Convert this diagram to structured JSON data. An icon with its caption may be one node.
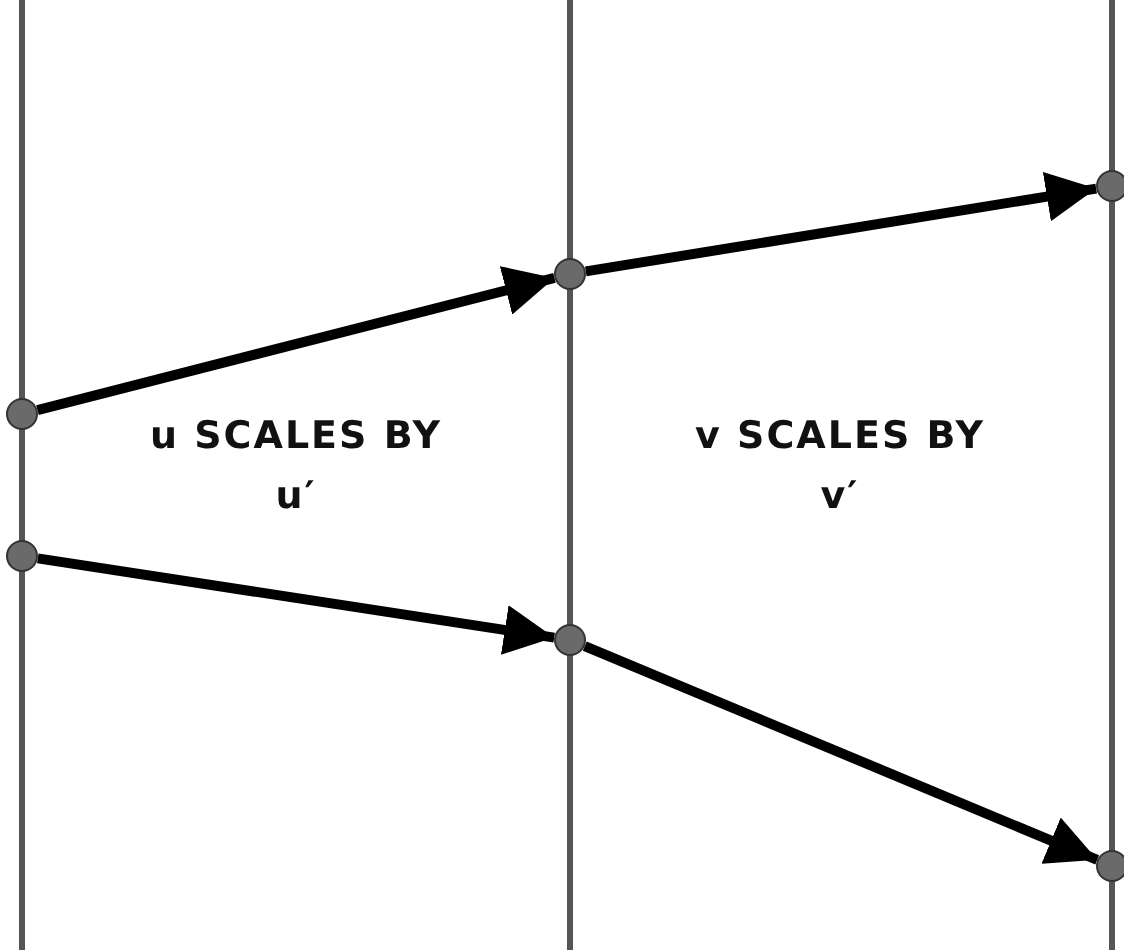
{
  "diagram": {
    "nodes": [
      {
        "text": [],
        "shape": "circle"
      },
      {
        "text": [],
        "shape": "circle"
      },
      {
        "text": [],
        "shape": "circle"
      },
      {
        "text": [],
        "shape": "circle"
      },
      {
        "text": [],
        "shape": "circle"
      },
      {
        "text": [],
        "shape": "circle"
      }
    ],
    "edges": [
      {
        "from": 0,
        "to": 2,
        "arrow": "to"
      },
      {
        "from": 1,
        "to": 3,
        "arrow": "to"
      },
      {
        "from": 2,
        "to": 4,
        "arrow": "to"
      },
      {
        "from": 3,
        "to": 5,
        "arrow": "to"
      }
    ],
    "labels": [
      "u SCALES BY u′",
      "v SCALES BY v′"
    ]
  }
}
